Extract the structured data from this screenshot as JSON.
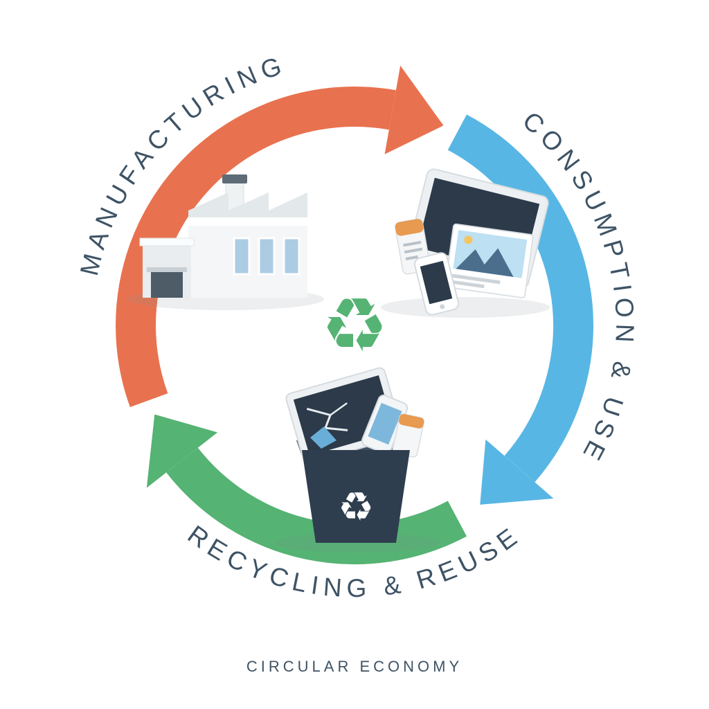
{
  "diagram": {
    "title": "CIRCULAR ECONOMY",
    "label_color": "#3e5365",
    "center_symbol_color": "#55b373",
    "stages": [
      {
        "id": "manufacturing",
        "label": "MANUFACTURING",
        "arrow_color": "#e8724f",
        "illustration": "factory"
      },
      {
        "id": "consumption-use",
        "label": "CONSUMPTION & USE",
        "arrow_color": "#58b6e4",
        "illustration": "electronics"
      },
      {
        "id": "recycling-reuse",
        "label": "RECYCLING & REUSE",
        "arrow_color": "#55b373",
        "illustration": "waste-bin"
      }
    ]
  },
  "icons": {
    "recycle": "♻"
  }
}
